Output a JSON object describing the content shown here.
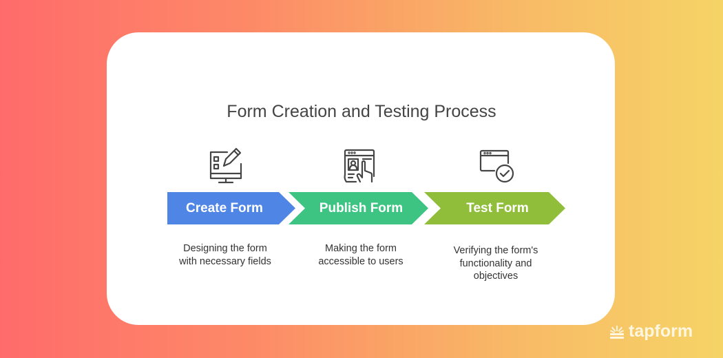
{
  "title": "Form Creation and Testing Process",
  "steps": [
    {
      "label": "Create Form",
      "description_lines": [
        "Designing the form",
        "with necessary fields"
      ],
      "color": "#4f86e6",
      "icon": "monitor-edit-form-icon"
    },
    {
      "label": "Publish Form",
      "description_lines": [
        "Making the form",
        "accessible to users"
      ],
      "color": "#3dc482",
      "icon": "browser-profile-tap-icon"
    },
    {
      "label": "Test Form",
      "description_lines": [
        "Verifying the form's",
        "functionality and",
        "objectives"
      ],
      "color": "#90bd3a",
      "icon": "browser-check-icon"
    }
  ],
  "brand": {
    "name": "tapform"
  }
}
